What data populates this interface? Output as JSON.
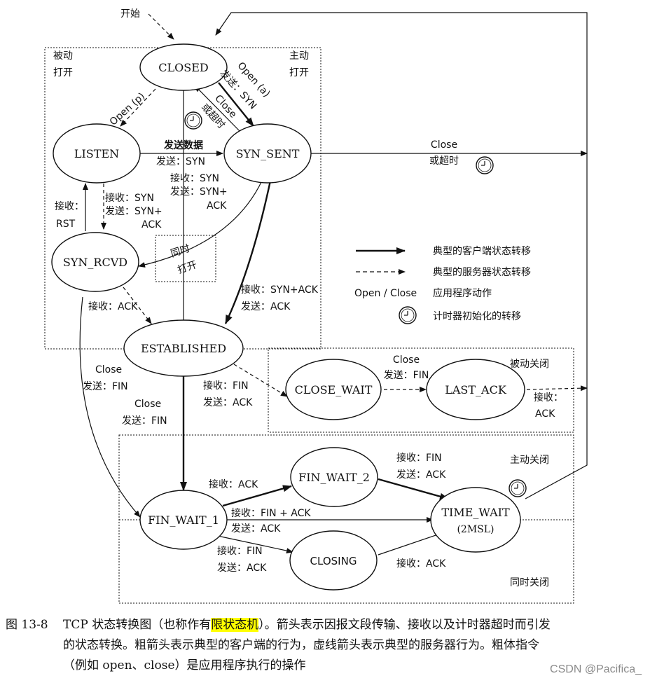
{
  "states": {
    "closed": "CLOSED",
    "listen": "LISTEN",
    "syn_sent": "SYN_SENT",
    "syn_rcvd": "SYN_RCVD",
    "established": "ESTABLISHED",
    "close_wait": "CLOSE_WAIT",
    "last_ack": "LAST_ACK",
    "fin_wait_1": "FIN_WAIT_1",
    "fin_wait_2": "FIN_WAIT_2",
    "closing": "CLOSING",
    "time_wait": "TIME_WAIT",
    "time_wait_sub": "(2MSL)"
  },
  "regions": {
    "passive_open_1": "被动",
    "passive_open_2": "打开",
    "active_open_1": "主动",
    "active_open_2": "打开",
    "passive_close": "被动关闭",
    "active_close": "主动关闭",
    "simultaneous_close": "同时关闭",
    "simultaneous_open_1": "同时",
    "simultaneous_open_2": "打开"
  },
  "labels": {
    "start": "开始",
    "open_p": "Open (p)",
    "open_a": "Open (a)",
    "send_syn_a": "发送：SYN",
    "close_word": "Close",
    "or_timeout": "或超时",
    "send_data": "发送数据",
    "send_syn": "发送：SYN",
    "recv_syn": "接收：SYN",
    "send_syn_plus": "发送：SYN+",
    "ack": "ACK",
    "recv_syn_2": "接收：SYN",
    "send_syn_plus_2": "发送：SYN+",
    "ack_2": "ACK",
    "recv": "接收：",
    "rst": "RST",
    "close_timeout_close": "Close",
    "close_timeout_or": "或超时",
    "recv_synack": "接收：SYN+ACK",
    "send_ack": "发送：ACK",
    "recv_ack": "接收：ACK",
    "close_1": "Close",
    "send_fin_1": "发送：FIN",
    "close_2": "Close",
    "send_fin_2": "发送：FIN",
    "recv_fin": "接收：FIN",
    "send_ack_2": "发送：ACK",
    "close_3": "Close",
    "send_fin_3": "发送：FIN",
    "recv_2": "接收：",
    "ack_3": "ACK",
    "recv_ack_2": "接收：ACK",
    "recv_fin_2": "接收：FIN",
    "send_ack_3": "发送：ACK",
    "recv_fin_ack": "接收：FIN + ACK",
    "send_ack_4": "发送：ACK",
    "recv_fin_3": "接收：FIN",
    "send_ack_5": "发送：ACK",
    "recv_ack_3": "接收：ACK"
  },
  "legend": {
    "client": "典型的客户端状态转移",
    "server": "典型的服务器状态转移",
    "app_key": "Open / Close",
    "app": "应用程序动作",
    "timer": "计时器初始化的转移"
  },
  "caption": {
    "fig": "图 13-8",
    "part1": "TCP 状态转换图（也称作有",
    "highlight": "限状态机",
    "part2": "）。箭头表示因报文段传输、接收以及计时器超时而引发",
    "line2": "的状态转换。粗箭头表示典型的客户端的行为，虚线箭头表示典型的服务器行为。粗体指令",
    "line3": "（例如 open、close）是应用程序执行的操作"
  },
  "watermark": "CSDN @Pacifica_"
}
